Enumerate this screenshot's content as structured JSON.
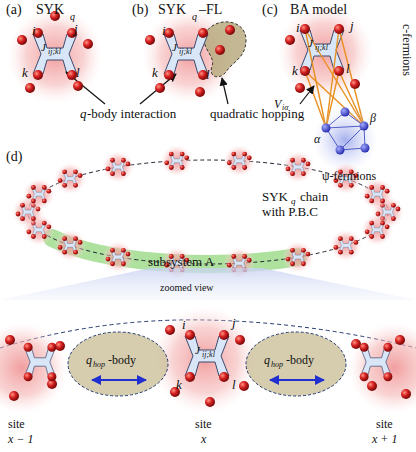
{
  "diagram": {
    "labels": [
      "(a)",
      "SYK",
      "q",
      "(b)",
      "SYK",
      "q",
      "–FL",
      "(c)",
      "BA model",
      "i",
      "j",
      "k",
      "l",
      "J",
      "ij;kl",
      "i",
      "k",
      "l",
      "J",
      "ij;kl",
      "i",
      "j",
      "k",
      "l",
      "J",
      "ij;kl",
      "c-fermions",
      "V",
      "iα",
      "α",
      "β",
      "ψ-fermions",
      "q",
      "-body interaction",
      "quadratic hopping",
      "(d)",
      "SYK",
      "q",
      "chain",
      "with P.B.C",
      "subsystem A",
      "zoomed view",
      "i",
      "j",
      "k",
      "l",
      "J",
      "ij;kl",
      "q",
      "hop",
      "-body",
      "q",
      "hop",
      "-body",
      "site",
      "x − 1",
      "site",
      "x",
      "site",
      "x + 1"
    ]
  }
}
